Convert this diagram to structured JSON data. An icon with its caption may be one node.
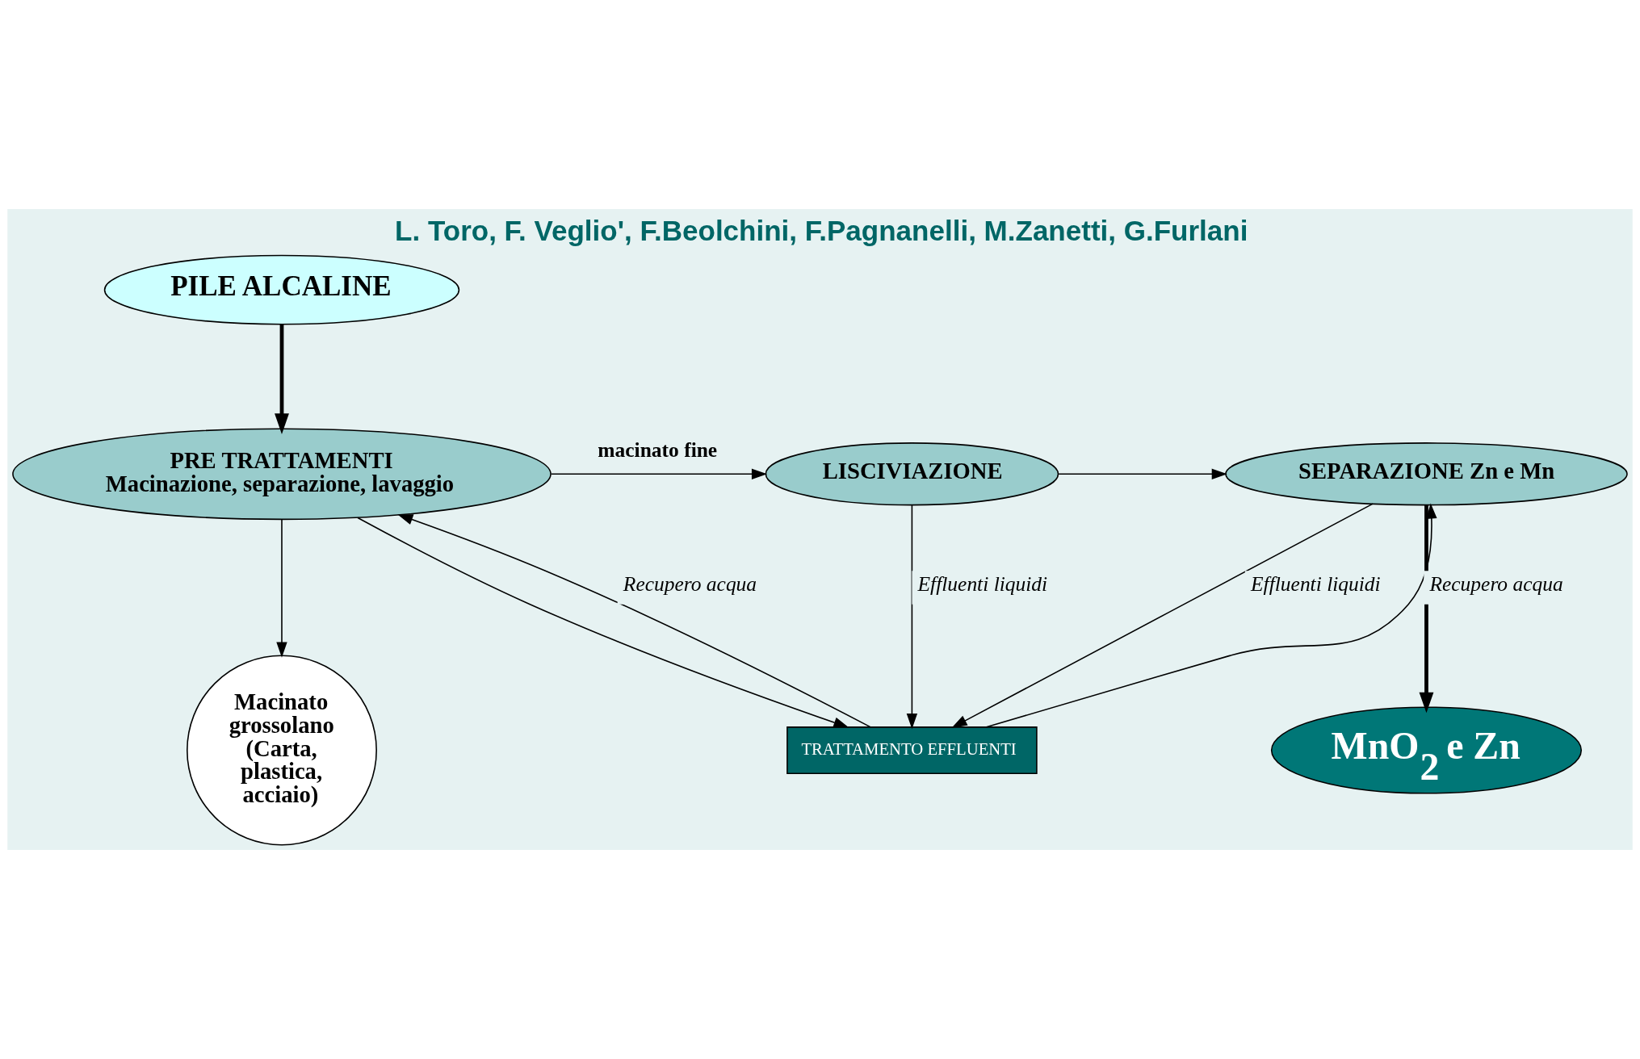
{
  "diagram": {
    "title": "L. Toro, F. Veglio', F.Beolchini, F.Pagnanelli, M.Zanetti, G.Furlani",
    "nodes": [
      {
        "text": [
          "PILE ALCALINE"
        ]
      },
      {
        "text": [
          "PRE TRATTAMENTI",
          "Macinazione, separazione, lavaggio"
        ]
      },
      {
        "text": [
          "LISCIVIAZIONE"
        ]
      },
      {
        "text": [
          "SEPARAZIONE Zn e Mn"
        ]
      },
      {
        "text": [
          "Macinato grossolano (Carta, plastica, acciaio)"
        ]
      },
      {
        "text": [
          "TRATTAMENTO EFFLUENTI"
        ]
      },
      {
        "text": [
          "MnO$_{2}$ e Zn"
        ]
      }
    ],
    "edges": [
      {
        "from": 0,
        "to": 1,
        "arrow": "to",
        "style": "thick"
      },
      {
        "from": 1,
        "to": 2,
        "arrow": "to",
        "label": "macinato fine"
      },
      {
        "from": 2,
        "to": 3,
        "arrow": "to"
      },
      {
        "from": 1,
        "to": 4,
        "arrow": "to"
      },
      {
        "from": 1,
        "to": 5,
        "arrow": "to"
      },
      {
        "from": 2,
        "to": 5,
        "arrow": "to",
        "label": "Effluenti liquidi"
      },
      {
        "from": 3,
        "to": 5,
        "arrow": "to",
        "label": "Effluenti liquidi"
      },
      {
        "from": 5,
        "to": 1,
        "arrow": "to",
        "label": "Recupero acqua"
      },
      {
        "from": 5,
        "to": 3,
        "arrow": "to",
        "label": "Recupero acqua"
      },
      {
        "from": 3,
        "to": 6,
        "arrow": "to",
        "style": "thick"
      }
    ]
  }
}
